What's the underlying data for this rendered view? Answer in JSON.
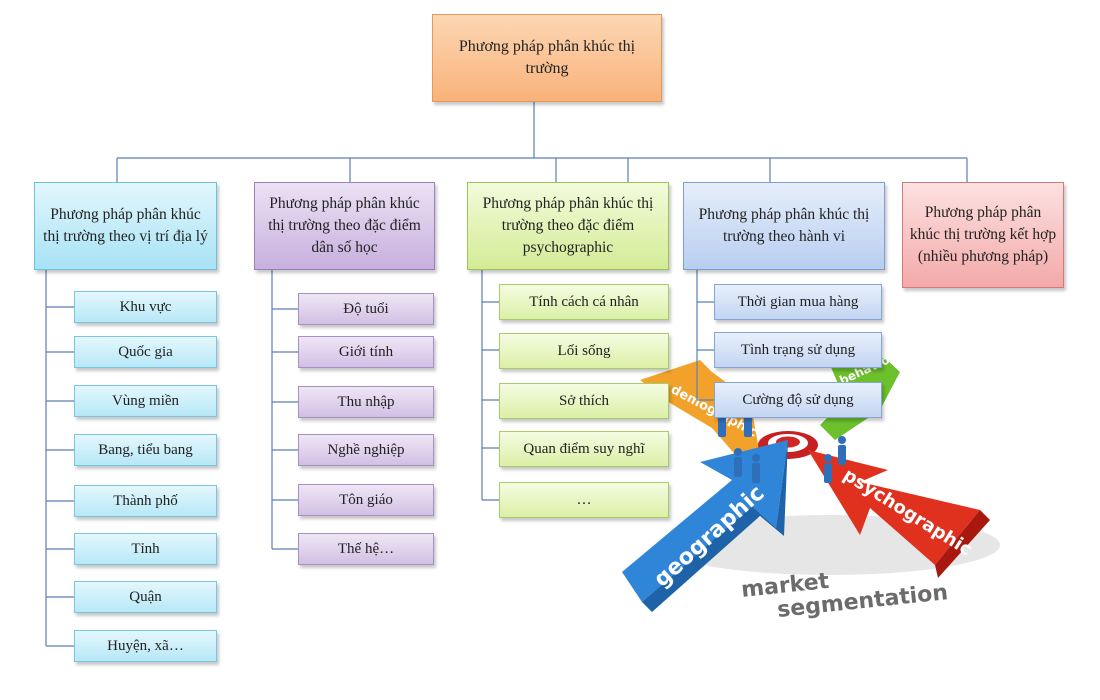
{
  "root": {
    "label": "Phương pháp phân khúc thị trường"
  },
  "categories": [
    {
      "label": "Phương pháp phân khúc thị trường theo vị trí địa lý",
      "items": [
        "Khu vực",
        "Quốc gia",
        "Vùng miền",
        "Bang, tiểu bang",
        "Thành phố",
        "Tỉnh",
        "Quận",
        "Huyện, xã…"
      ]
    },
    {
      "label": "Phương pháp phân khúc thị trường theo đặc điểm dân số học",
      "items": [
        "Độ tuổi",
        "Giới tính",
        "Thu nhập",
        "Nghề nghiệp",
        "Tôn giáo",
        "Thế hệ…"
      ]
    },
    {
      "label": "Phương pháp phân khúc thị trường theo đặc điểm psychographic",
      "items": [
        "Tính cách cá nhân",
        "Lối sống",
        "Sở thích",
        "Quan điểm suy nghĩ",
        "…"
      ]
    },
    {
      "label": "Phương pháp phân khúc thị trường theo hành vi",
      "items": [
        "Thời gian mua hàng",
        "Tình trạng sử dụng",
        "Cường độ sử dụng"
      ]
    },
    {
      "label": "Phương pháp phân khúc thị trường kết hợp (nhiều phương pháp)",
      "items": []
    }
  ],
  "illustration": {
    "arrow_labels": [
      "geographic",
      "psychographic",
      "demographic",
      "behavioral"
    ],
    "caption_line1": "market",
    "caption_line2": "segmentation",
    "colors": {
      "blue": "#2f86d8",
      "red": "#e0301e",
      "orange": "#f2a22a",
      "green": "#6cc02c"
    }
  },
  "colors": {
    "connector": "#5b7fb5"
  }
}
